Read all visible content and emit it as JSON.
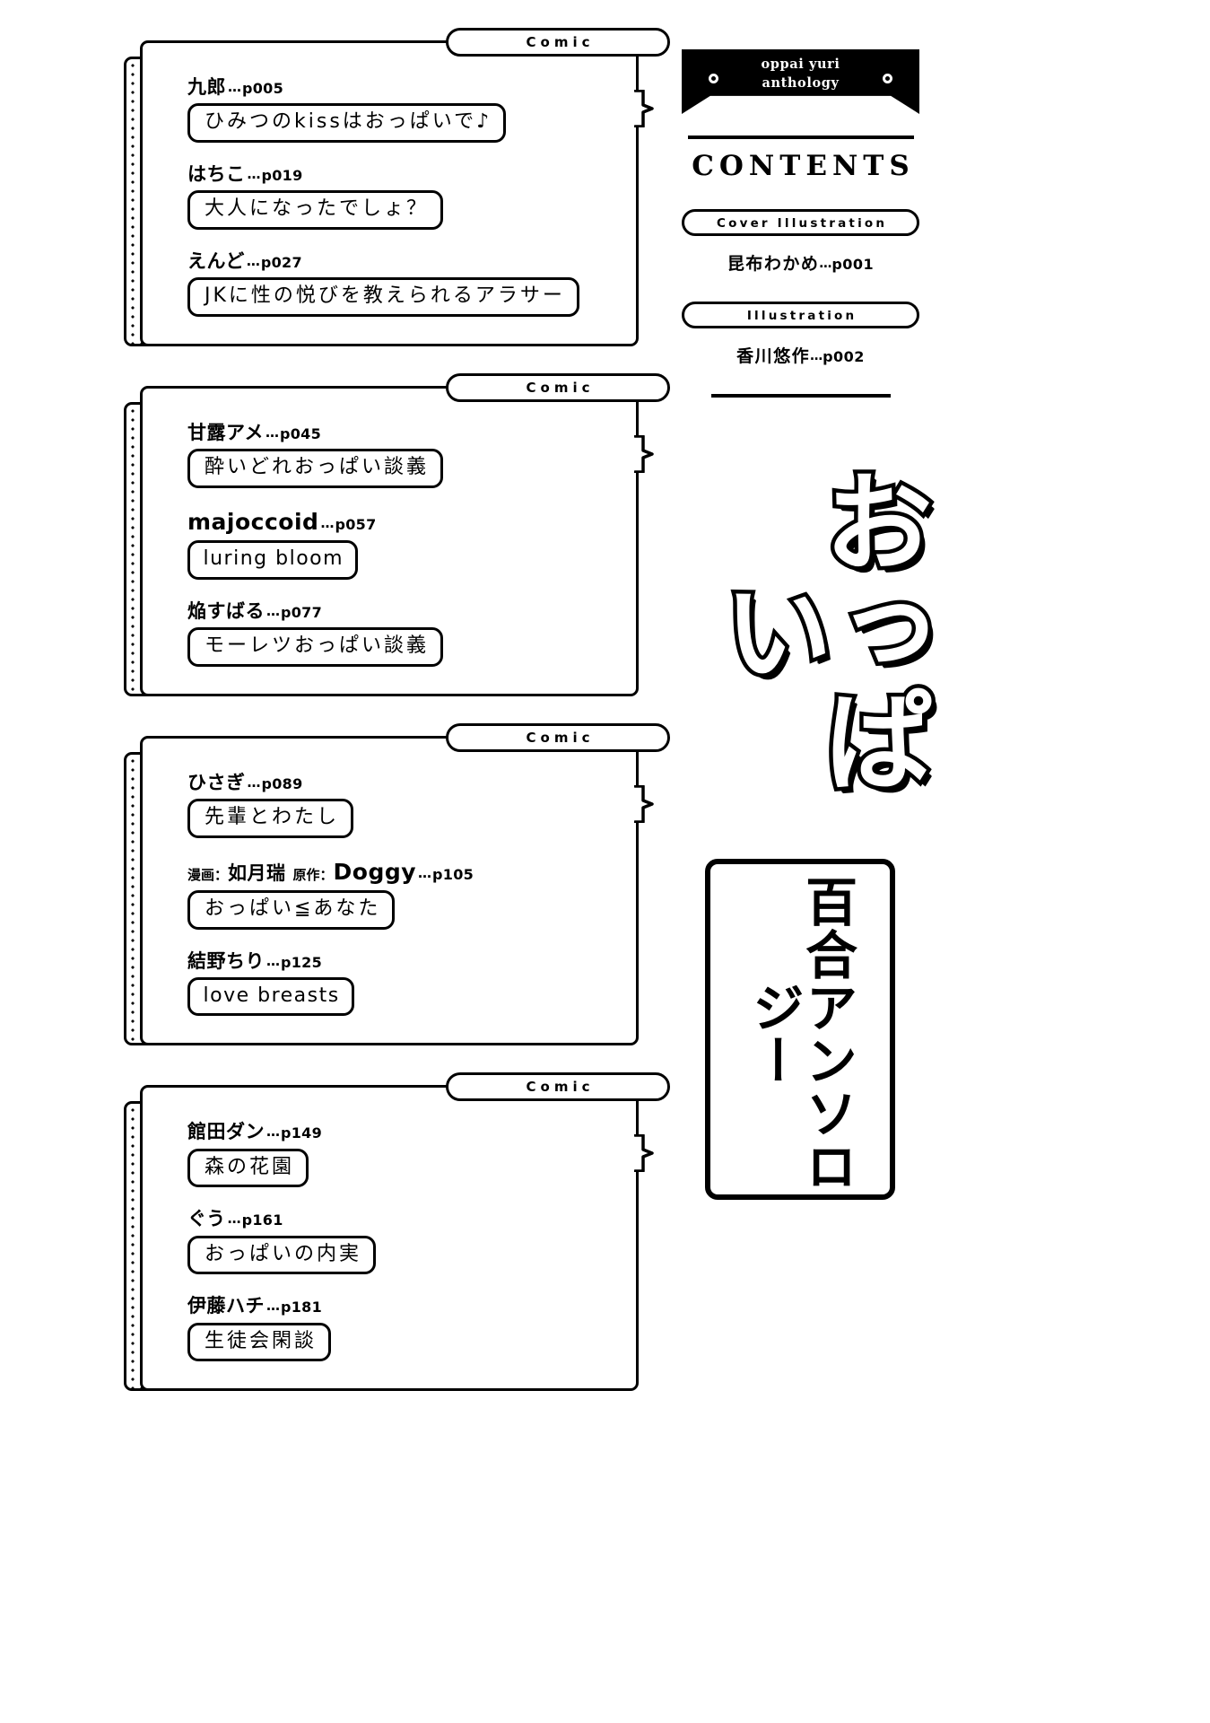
{
  "banner": {
    "line1": "oppai yuri",
    "line2": "anthology",
    "left_dot": "circle-dot",
    "right_dot": "circle-dot"
  },
  "contents_heading": "CONTENTS",
  "credits": [
    {
      "pill_label": "Cover Illustration",
      "name": "昆布わかめ",
      "dots": "…",
      "page": "p001"
    },
    {
      "pill_label": "Illustration",
      "name": "香川悠作",
      "dots": "…",
      "page": "p002"
    }
  ],
  "logo": {
    "kana": "おっぱい",
    "vertical": "百合アンソロジー"
  },
  "sections": [
    {
      "tab_label": "Comic",
      "entries": [
        {
          "prefix": "",
          "author": "九郎",
          "author_latin": false,
          "dots": "…",
          "page": "p005",
          "title": "ひみつのkissはおっぱいで♪",
          "title_latin": false
        },
        {
          "prefix": "",
          "author": "はちこ",
          "author_latin": false,
          "dots": "…",
          "page": "p019",
          "title": "大人になったでしょ？",
          "title_latin": false
        },
        {
          "prefix": "",
          "author": "えんど",
          "author_latin": false,
          "dots": "…",
          "page": "p027",
          "title": "JKに性の悦びを教えられるアラサー",
          "title_latin": false
        }
      ]
    },
    {
      "tab_label": "Comic",
      "entries": [
        {
          "prefix": "",
          "author": "甘露アメ",
          "author_latin": false,
          "dots": "…",
          "page": "p045",
          "title": "酔いどれおっぱい談義",
          "title_latin": false
        },
        {
          "prefix": "",
          "author": "majoccoid",
          "author_latin": true,
          "dots": "…",
          "page": "p057",
          "title": "luring bloom",
          "title_latin": true
        },
        {
          "prefix": "",
          "author": "焔すばる",
          "author_latin": false,
          "dots": "…",
          "page": "p077",
          "title": "モーレツおっぱい談義",
          "title_latin": false
        }
      ]
    },
    {
      "tab_label": "Comic",
      "entries": [
        {
          "prefix": "",
          "author": "ひさぎ",
          "author_latin": false,
          "dots": "…",
          "page": "p089",
          "title": "先輩とわたし",
          "title_latin": false
        },
        {
          "prefix": "漫画：",
          "author": "如月瑞",
          "author2_prefix": "原作：",
          "author2": "Doggy",
          "author_latin": false,
          "dots": "…",
          "page": "p105",
          "title": "おっぱい≦あなた",
          "title_latin": false
        },
        {
          "prefix": "",
          "author": "結野ちり",
          "author_latin": false,
          "dots": "…",
          "page": "p125",
          "title": "love breasts",
          "title_latin": true
        }
      ]
    },
    {
      "tab_label": "Comic",
      "entries": [
        {
          "prefix": "",
          "author": "館田ダン",
          "author_latin": false,
          "dots": "…",
          "page": "p149",
          "title": "森の花園",
          "title_latin": false
        },
        {
          "prefix": "",
          "author": "ぐう",
          "author_latin": false,
          "dots": "…",
          "page": "p161",
          "title": "おっぱいの内実",
          "title_latin": false
        },
        {
          "prefix": "",
          "author": "伊藤ハチ",
          "author_latin": false,
          "dots": "…",
          "page": "p181",
          "title": "生徒会閑談",
          "title_latin": false
        }
      ]
    }
  ]
}
